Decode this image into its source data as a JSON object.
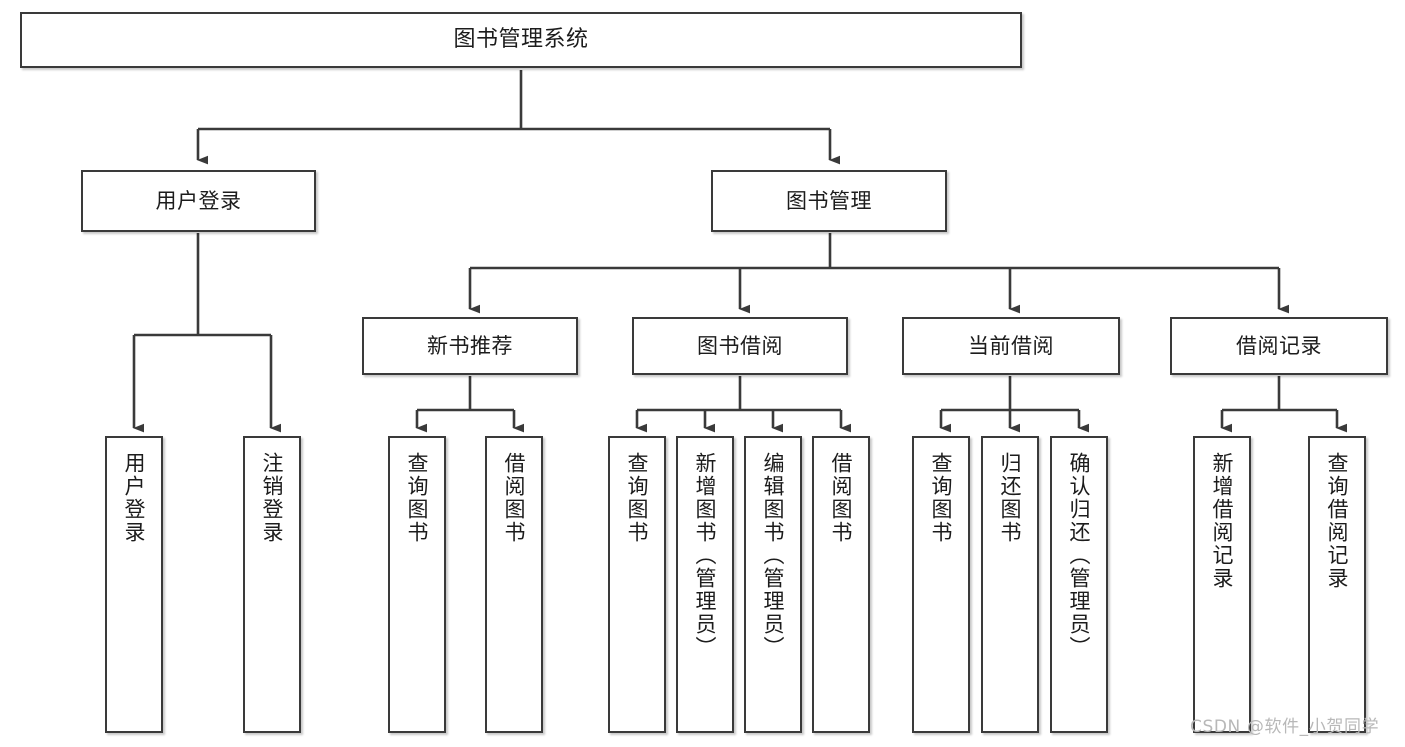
{
  "diagram": {
    "title": "图书管理系统",
    "type": "tree-hierarchy",
    "watermark": "CSDN @软件_小贺同学",
    "accent_border_color": "#3a3a3a",
    "background_color": "#ffffff",
    "nodes": {
      "root": {
        "label": "图书管理系统"
      },
      "level2": [
        {
          "label": "用户登录"
        },
        {
          "label": "图书管理"
        }
      ],
      "level3": [
        {
          "label": "新书推荐"
        },
        {
          "label": "图书借阅"
        },
        {
          "label": "当前借阅"
        },
        {
          "label": "借阅记录"
        }
      ],
      "leaves": {
        "user_login": [
          {
            "label": "用户登录"
          },
          {
            "label": "注销登录"
          }
        ],
        "new_book_recommend": [
          {
            "label": "查询图书"
          },
          {
            "label": "借阅图书"
          }
        ],
        "book_borrow": [
          {
            "label": "查询图书"
          },
          {
            "label": "新增图书（管理员）"
          },
          {
            "label": "编辑图书（管理员）"
          },
          {
            "label": "借阅图书"
          }
        ],
        "current_borrow": [
          {
            "label": "查询图书"
          },
          {
            "label": "归还图书"
          },
          {
            "label": "确认归还（管理员）"
          }
        ],
        "borrow_record": [
          {
            "label": "新增借阅记录"
          },
          {
            "label": "查询借阅记录"
          }
        ]
      }
    }
  }
}
